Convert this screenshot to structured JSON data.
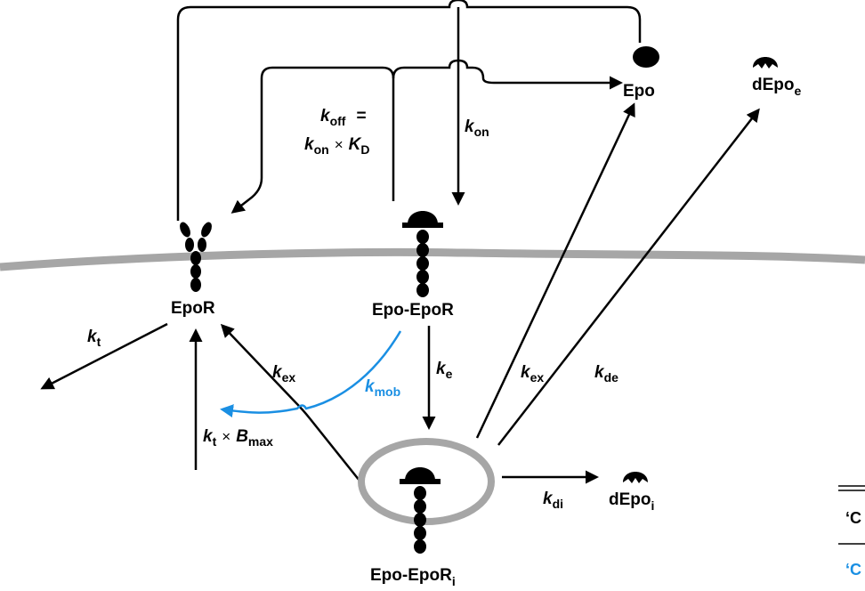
{
  "colors": {
    "line": "#000000",
    "membrane": "#a6a6a6",
    "mobile": "#1a8fe3"
  },
  "species": {
    "epo": "Epo",
    "depo_e_main": "dEpo",
    "depo_e_sub": "e",
    "epor": "EpoR",
    "epo_epor": "Epo-EpoR",
    "epo_epor_i_main": "Epo-EpoR",
    "epo_epor_i_sub": "i",
    "depo_i_main": "dEpo",
    "depo_i_sub": "i"
  },
  "rates": {
    "koff_k": "k",
    "koff_sub": "off",
    "koff_eq": "=",
    "kon_times_k1": "k",
    "kon_times_sub": "on",
    "times": "×",
    "kd_k": "K",
    "kd_sub": "D",
    "kon_k": "k",
    "kon_sub": "on",
    "kt_k": "k",
    "kt_sub": "t",
    "kex_left_k": "k",
    "kex_left_sub": "ex",
    "kmob_k": "k",
    "kmob_sub": "mob",
    "ke_k": "k",
    "ke_sub": "e",
    "kex_right_k": "k",
    "kex_right_sub": "ex",
    "kde_k": "k",
    "kde_sub": "de",
    "kt2_k": "k",
    "kt2_sub": "t",
    "bmax_b": "B",
    "bmax_sub": "max",
    "kdi_k": "k",
    "kdi_sub": "di"
  },
  "edge_fragments": {
    "black": "‘C",
    "blue": "‘C"
  },
  "icons": [
    "epo-ligand-icon",
    "degraded-epo-icon",
    "receptor-icon",
    "bound-receptor-icon",
    "endosome-icon"
  ]
}
